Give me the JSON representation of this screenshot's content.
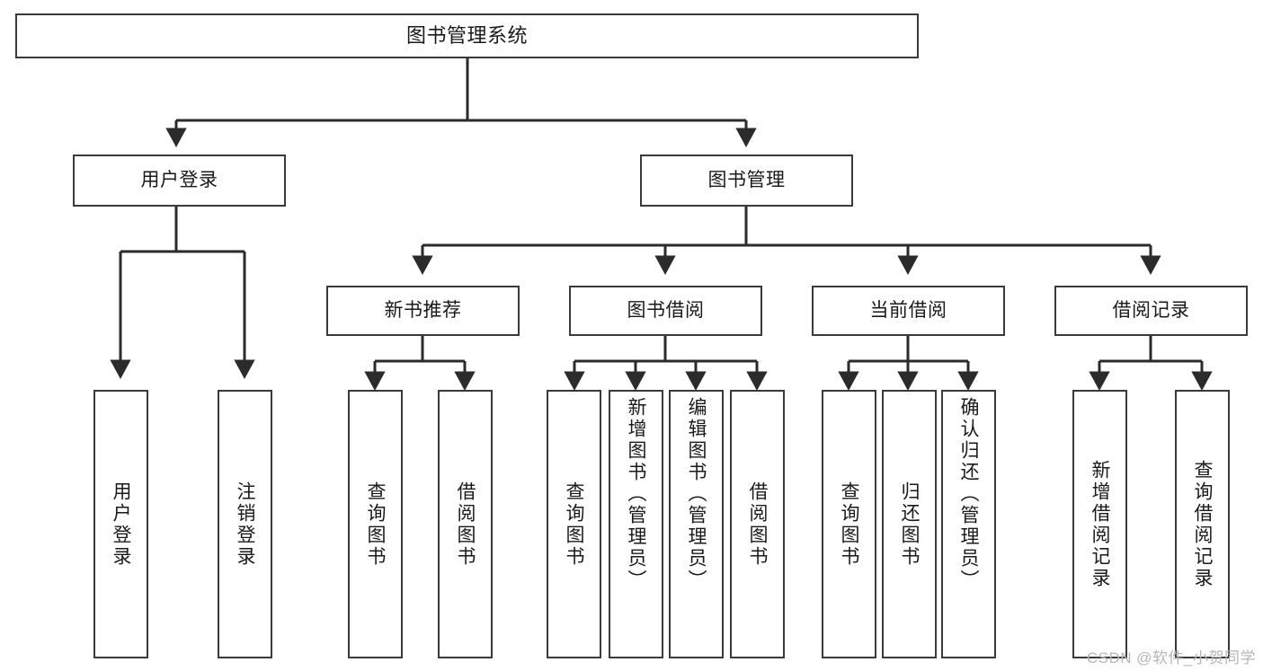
{
  "diagram": {
    "title": "图书管理系统",
    "watermark": "CSDN @软件_小贺同学",
    "colors": {
      "box_border": "#3a3a3a",
      "box_fill": "#ffffff",
      "connector": "#2b2b2b",
      "text": "#1a1a1a",
      "watermark": "#b6b6b6",
      "background": "#ffffff"
    },
    "levels": {
      "root": "图书管理系统",
      "level2": [
        "用户登录",
        "图书管理"
      ],
      "level3": [
        "新书推荐",
        "图书借阅",
        "当前借阅",
        "借阅记录"
      ]
    },
    "nodes": {
      "root": {
        "label": "图书管理系统"
      },
      "user_login": {
        "label": "用户登录"
      },
      "book_manage": {
        "label": "图书管理"
      },
      "new_book_rec": {
        "label": "新书推荐"
      },
      "book_borrow": {
        "label": "图书借阅"
      },
      "current_borrow": {
        "label": "当前借阅"
      },
      "borrow_record": {
        "label": "借阅记录"
      },
      "leaf_user_login": {
        "label": "用户登录"
      },
      "leaf_logout": {
        "label": "注销登录"
      },
      "leaf_query_book_1": {
        "label": "查询图书"
      },
      "leaf_borrow_book_1": {
        "label": "借阅图书"
      },
      "leaf_query_book_2": {
        "label": "查询图书"
      },
      "leaf_add_book": {
        "label": "新增图书（管理员）"
      },
      "leaf_edit_book": {
        "label": "编辑图书（管理员）"
      },
      "leaf_borrow_book_2": {
        "label": "借阅图书"
      },
      "leaf_query_book_3": {
        "label": "查询图书"
      },
      "leaf_return_book": {
        "label": "归还图书"
      },
      "leaf_confirm_return": {
        "label": "确认归还（管理员）"
      },
      "leaf_add_record": {
        "label": "新增借阅记录"
      },
      "leaf_query_record": {
        "label": "查询借阅记录"
      }
    },
    "tree": {
      "name": "图书管理系统",
      "children": [
        {
          "name": "用户登录",
          "children": [
            {
              "name": "用户登录"
            },
            {
              "name": "注销登录"
            }
          ]
        },
        {
          "name": "图书管理",
          "children": [
            {
              "name": "新书推荐",
              "children": [
                {
                  "name": "查询图书"
                },
                {
                  "name": "借阅图书"
                }
              ]
            },
            {
              "name": "图书借阅",
              "children": [
                {
                  "name": "查询图书"
                },
                {
                  "name": "新增图书（管理员）"
                },
                {
                  "name": "编辑图书（管理员）"
                },
                {
                  "name": "借阅图书"
                }
              ]
            },
            {
              "name": "当前借阅",
              "children": [
                {
                  "name": "查询图书"
                },
                {
                  "name": "归还图书"
                },
                {
                  "name": "确认归还（管理员）"
                }
              ]
            },
            {
              "name": "借阅记录",
              "children": [
                {
                  "name": "新增借阅记录"
                },
                {
                  "name": "查询借阅记录"
                }
              ]
            }
          ]
        }
      ]
    }
  }
}
